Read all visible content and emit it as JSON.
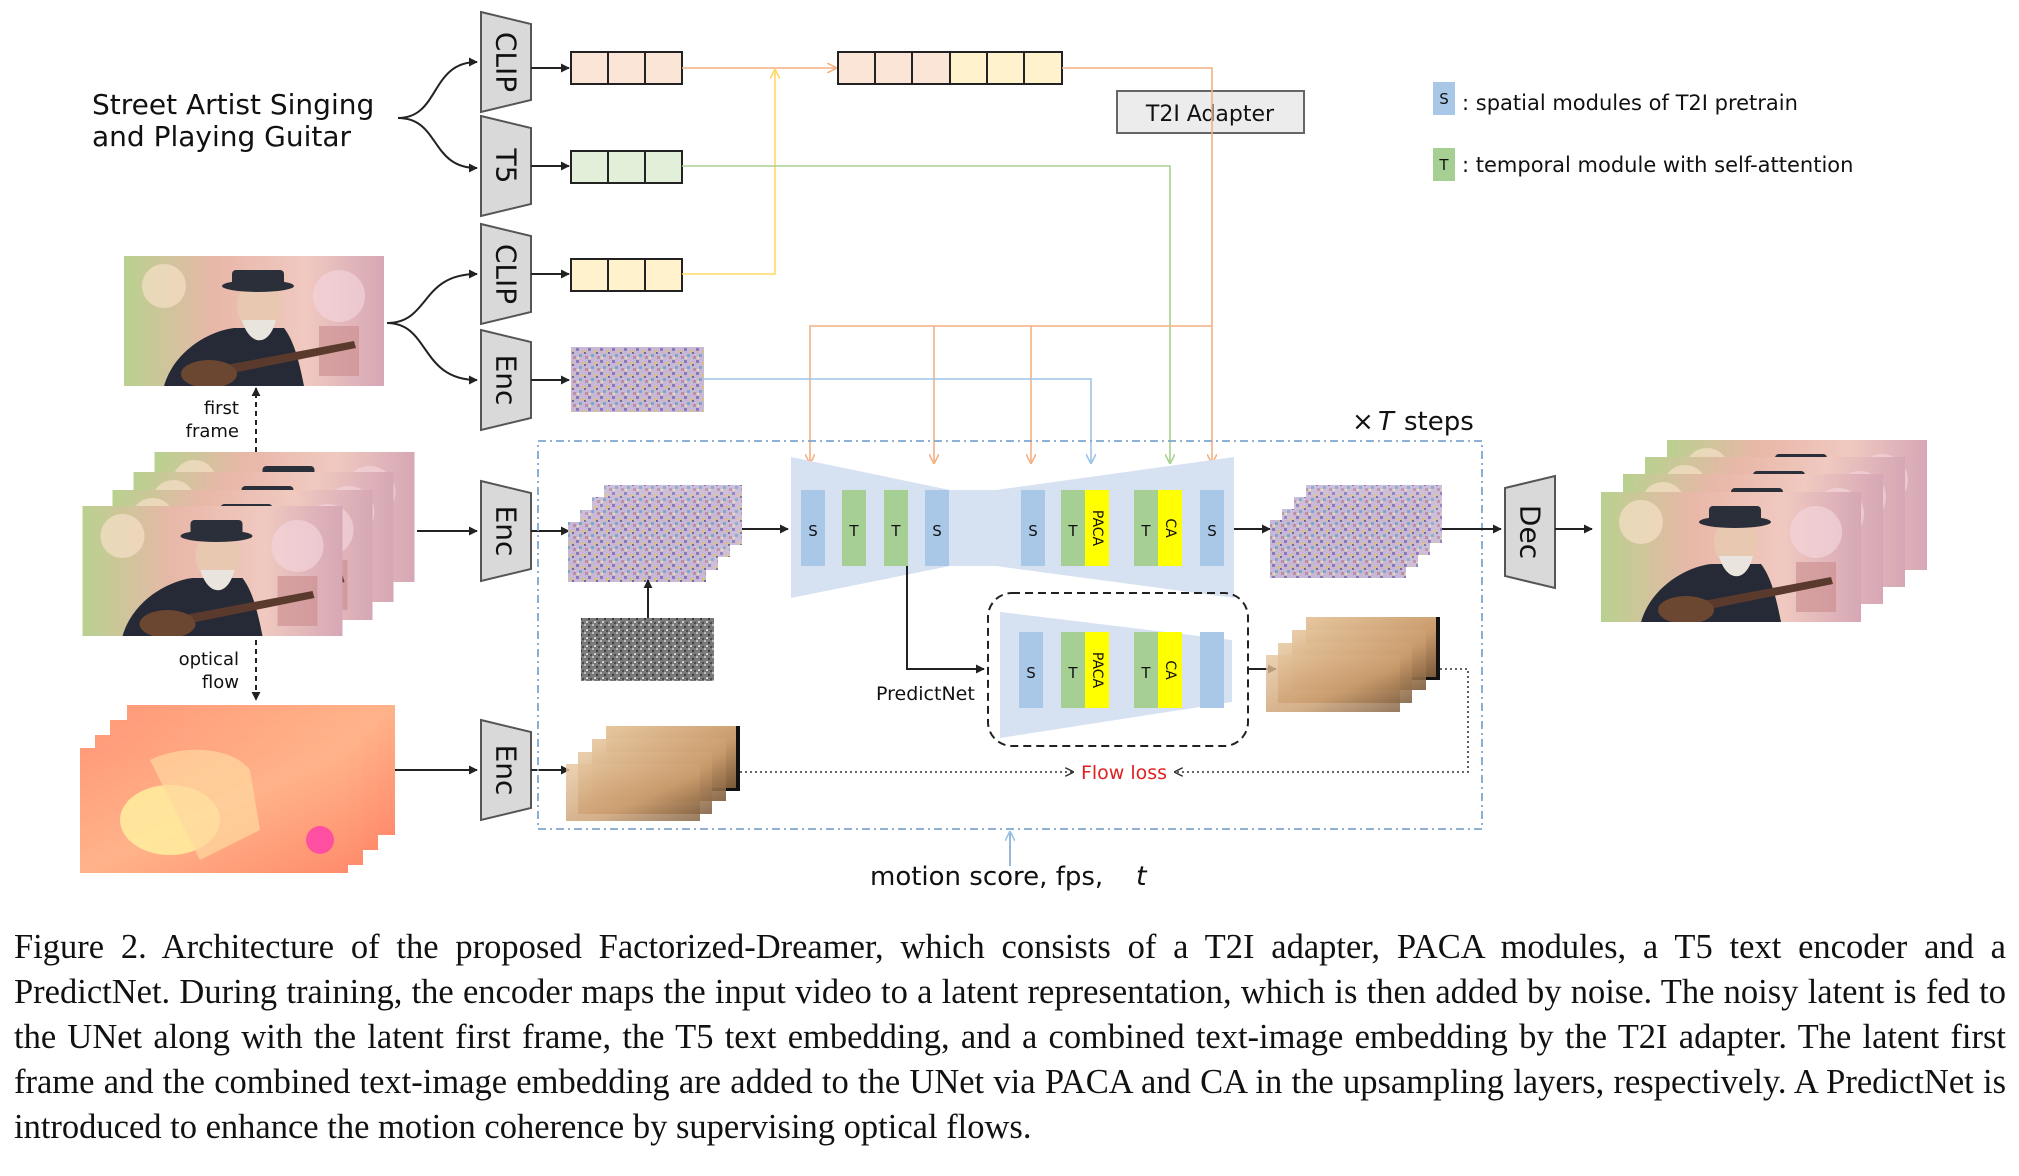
{
  "prompt_text": {
    "line1": "Street Artist Singing",
    "line2": "and Playing Guitar"
  },
  "encoders": {
    "clip": "CLIP",
    "t5": "T5",
    "enc": "Enc",
    "dec": "Dec"
  },
  "t2i_adapter": "T2I Adapter",
  "legend": {
    "spatial_tag": "S",
    "spatial_text": ": spatial modules of T2I pretrain",
    "temporal_tag": "T",
    "temporal_text": ": temporal module with self-attention"
  },
  "labels": {
    "first_frame_1": "first",
    "first_frame_2": "frame",
    "optical_flow_1": "optical",
    "optical_flow_2": "flow",
    "steps_times": "×",
    "steps_var": "T",
    "steps_word": "steps",
    "predictnet": "PredictNet",
    "flow_loss": "Flow loss",
    "motion_score": "motion score, fps,",
    "motion_t": "t"
  },
  "unet_modules": {
    "s": "S",
    "t": "T",
    "paca": "PACA",
    "ca": "CA"
  },
  "colors": {
    "spatial_blue": "#a9c8e8",
    "temporal_green": "#a6cf94",
    "paca_yellow": "#ffff00",
    "unet_fill": "#d6e2f2",
    "clip_peach": "#fbe5d6",
    "t5_green": "#e2f0d9",
    "clip_image_yellow": "#fff2cc",
    "arrow_orange": "#f4b183",
    "arrow_green": "#a9d18e",
    "arrow_blue": "#9dc3e6",
    "arrow_yellow": "#ffd966",
    "flow_loss_red": "#e02020",
    "dashed_blue": "#7fa7cf"
  },
  "caption": "Figure 2. Architecture of the proposed Factorized-Dreamer, which consists of a T2I adapter, PACA modules, a T5 text encoder and a PredictNet. During training, the encoder maps the input video to a latent representation, which is then added by noise. The noisy latent is fed to the UNet along with the latent first frame, the T5 text embedding, and a combined text-image embedding by the T2I adapter. The latent first frame and the combined text-image embedding are added to the UNet via PACA and CA in the upsampling layers, respectively. A PredictNet is introduced to enhance the motion coherence by supervising optical flows."
}
